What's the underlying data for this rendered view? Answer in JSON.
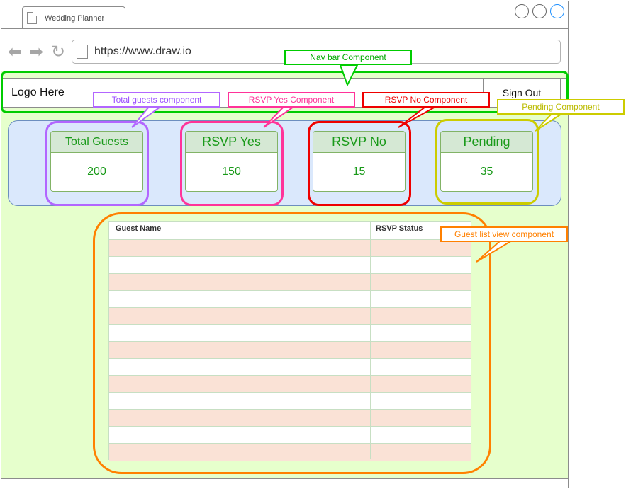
{
  "browser": {
    "tab_title": "Wedding Planner",
    "url": "https://www.draw.io"
  },
  "navbar": {
    "logo_text": "Logo Here",
    "signout_label": "Sign Out"
  },
  "stats": [
    {
      "title": "Total Guests",
      "value": "200"
    },
    {
      "title": "RSVP Yes",
      "value": "150"
    },
    {
      "title": "RSVP No",
      "value": "15"
    },
    {
      "title": "Pending",
      "value": "35"
    }
  ],
  "guest_table": {
    "columns": [
      "Guest Name",
      "RSVP Status"
    ],
    "rows": [
      [
        "",
        ""
      ],
      [
        "",
        ""
      ],
      [
        "",
        ""
      ],
      [
        "",
        ""
      ],
      [
        "",
        ""
      ],
      [
        "",
        ""
      ],
      [
        "",
        ""
      ],
      [
        "",
        ""
      ],
      [
        "",
        ""
      ],
      [
        "",
        ""
      ],
      [
        "",
        ""
      ],
      [
        "",
        ""
      ],
      [
        "",
        ""
      ]
    ]
  },
  "annotations": {
    "navbar": "Nav bar Component",
    "total": "Total guests component",
    "yes": "RSVP Yes Component",
    "no": "RSVP No Component",
    "pending": "Pending Component",
    "list": "Guest list view component"
  },
  "colors": {
    "green": "#00cc00",
    "purple": "#b266ff",
    "pink": "#ff3399",
    "red": "#ee0000",
    "yellow": "#cccc00",
    "orange": "#ff8000",
    "app_bg": "#e6ffcc",
    "panel_bg": "#dae8fc",
    "card_header": "#d5e8d4",
    "row_alt": "#fae2d6"
  }
}
